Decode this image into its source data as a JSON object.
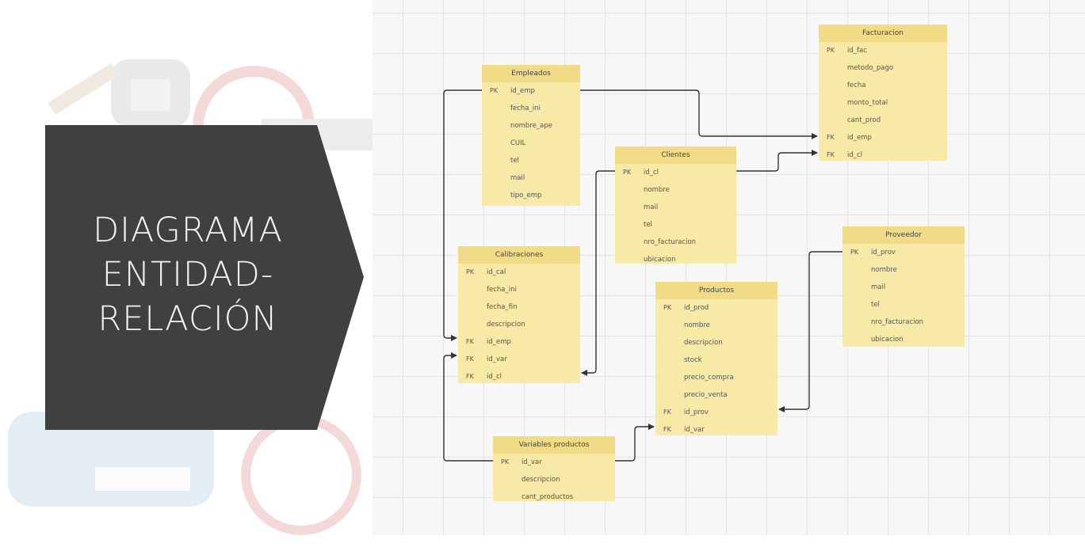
{
  "title": {
    "lines": [
      "DIAGRAMA",
      "ENTIDAD-",
      "RELACIÓN"
    ]
  },
  "entities": {
    "empleados": {
      "name": "Empleados",
      "fields": [
        {
          "key": "PK",
          "name": "id_emp"
        },
        {
          "key": "",
          "name": "fecha_ini"
        },
        {
          "key": "",
          "name": "nombre_ape"
        },
        {
          "key": "",
          "name": "CUIL"
        },
        {
          "key": "",
          "name": "tel"
        },
        {
          "key": "",
          "name": "mail"
        },
        {
          "key": "",
          "name": "tipo_emp"
        }
      ]
    },
    "facturacion": {
      "name": "Facturacion",
      "fields": [
        {
          "key": "PK",
          "name": "id_fac"
        },
        {
          "key": "",
          "name": "metodo_pago"
        },
        {
          "key": "",
          "name": "fecha"
        },
        {
          "key": "",
          "name": "monto_total"
        },
        {
          "key": "",
          "name": "cant_prod"
        },
        {
          "key": "FK",
          "name": "id_emp"
        },
        {
          "key": "FK",
          "name": "id_cl"
        }
      ]
    },
    "clientes": {
      "name": "Clientes",
      "fields": [
        {
          "key": "PK",
          "name": "id_cl"
        },
        {
          "key": "",
          "name": "nombre"
        },
        {
          "key": "",
          "name": "mail"
        },
        {
          "key": "",
          "name": "tel"
        },
        {
          "key": "",
          "name": "nro_facturacion"
        },
        {
          "key": "",
          "name": "ubicacion"
        }
      ]
    },
    "calibraciones": {
      "name": "Calibraciones",
      "fields": [
        {
          "key": "PK",
          "name": "id_cal"
        },
        {
          "key": "",
          "name": "fecha_ini"
        },
        {
          "key": "",
          "name": "fecha_fin"
        },
        {
          "key": "",
          "name": "descripcion"
        },
        {
          "key": "FK",
          "name": "id_emp"
        },
        {
          "key": "FK",
          "name": "id_var"
        },
        {
          "key": "FK",
          "name": "id_cl"
        }
      ]
    },
    "productos": {
      "name": "Productos",
      "fields": [
        {
          "key": "PK",
          "name": "id_prod"
        },
        {
          "key": "",
          "name": "nombre"
        },
        {
          "key": "",
          "name": "descripcion"
        },
        {
          "key": "",
          "name": "stock"
        },
        {
          "key": "",
          "name": "precio_compra"
        },
        {
          "key": "",
          "name": "precio_venta"
        },
        {
          "key": "FK",
          "name": "id_prov"
        },
        {
          "key": "FK",
          "name": "id_var"
        }
      ]
    },
    "proveedor": {
      "name": "Proveedor",
      "fields": [
        {
          "key": "PK",
          "name": "id_prov"
        },
        {
          "key": "",
          "name": "nombre"
        },
        {
          "key": "",
          "name": "mail"
        },
        {
          "key": "",
          "name": "tel"
        },
        {
          "key": "",
          "name": "nro_facturacion"
        },
        {
          "key": "",
          "name": "ubicacion"
        }
      ]
    },
    "variables": {
      "name": "Variables productos",
      "fields": [
        {
          "key": "PK",
          "name": "id_var"
        },
        {
          "key": "",
          "name": "descripcion"
        },
        {
          "key": "",
          "name": "cant_productos"
        }
      ]
    }
  },
  "relationships": [
    {
      "from": "Empleados.id_emp",
      "to": "Facturacion.id_emp"
    },
    {
      "from": "Clientes.id_cl",
      "to": "Facturacion.id_cl"
    },
    {
      "from": "Empleados.id_emp",
      "to": "Calibraciones.id_emp"
    },
    {
      "from": "Clientes.id_cl",
      "to": "Calibraciones.id_cl"
    },
    {
      "from": "Variables productos.id_var",
      "to": "Calibraciones.id_var"
    },
    {
      "from": "Variables productos.id_var",
      "to": "Productos.id_var"
    },
    {
      "from": "Proveedor.id_prov",
      "to": "Productos.id_prov"
    }
  ],
  "colors": {
    "entity_body": "#f7e9a6",
    "entity_header": "#f2db86",
    "title_badge": "#404040",
    "connector": "#333333"
  }
}
